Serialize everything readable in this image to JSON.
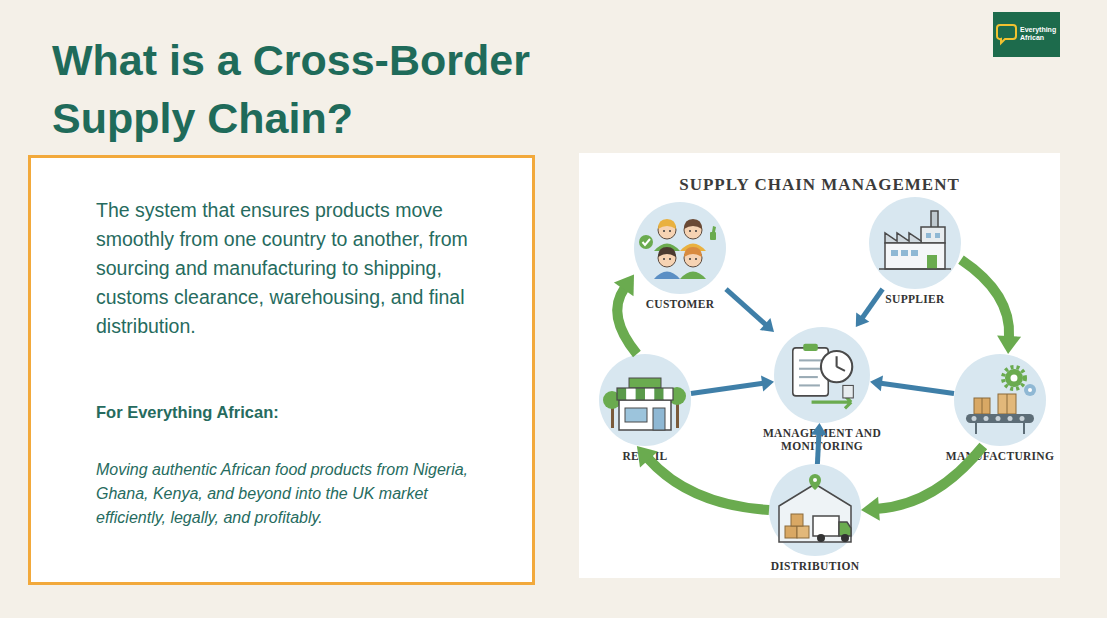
{
  "diagram": {
    "title": "What is a Cross-Border Supply Chain?",
    "nodes": [
      {
        "text": [
          "Everything African"
        ]
      },
      {
        "text": [
          "The system that ensures products move smoothly from one country to another, from sourcing and manufacturing to shipping, customs clearance, warehousing, and final distribution.",
          "For Everything African:",
          "Moving authentic African food products from Nigeria, Ghana, Kenya, and beyond into the UK market efficiently, legally, and profitably."
        ]
      },
      {
        "text": [
          "SUPPLY CHAIN MANAGEMENT"
        ]
      },
      {
        "text": [
          "CUSTOMER"
        ],
        "in": 2
      },
      {
        "text": [
          "SUPPLIER"
        ],
        "in": 2
      },
      {
        "text": [
          "RETAIL"
        ],
        "in": 2
      },
      {
        "text": [
          "MANAGEMENT AND MONITORING"
        ],
        "in": 2
      },
      {
        "text": [
          "MANUFACTURING"
        ],
        "in": 2
      },
      {
        "text": [
          "DISTRIBUTION"
        ],
        "in": 2
      }
    ],
    "edges": [
      {
        "from": 4,
        "to": 7,
        "arrow": "to"
      },
      {
        "from": 7,
        "to": 8,
        "arrow": "to"
      },
      {
        "from": 8,
        "to": 5,
        "arrow": "to"
      },
      {
        "from": 5,
        "to": 3,
        "arrow": "to"
      },
      {
        "from": 3,
        "to": 6,
        "arrow": "to"
      },
      {
        "from": 4,
        "to": 6,
        "arrow": "to"
      },
      {
        "from": 5,
        "to": 6,
        "arrow": "to"
      },
      {
        "from": 7,
        "to": 6,
        "arrow": "to"
      },
      {
        "from": 8,
        "to": 6,
        "arrow": "to"
      }
    ]
  }
}
